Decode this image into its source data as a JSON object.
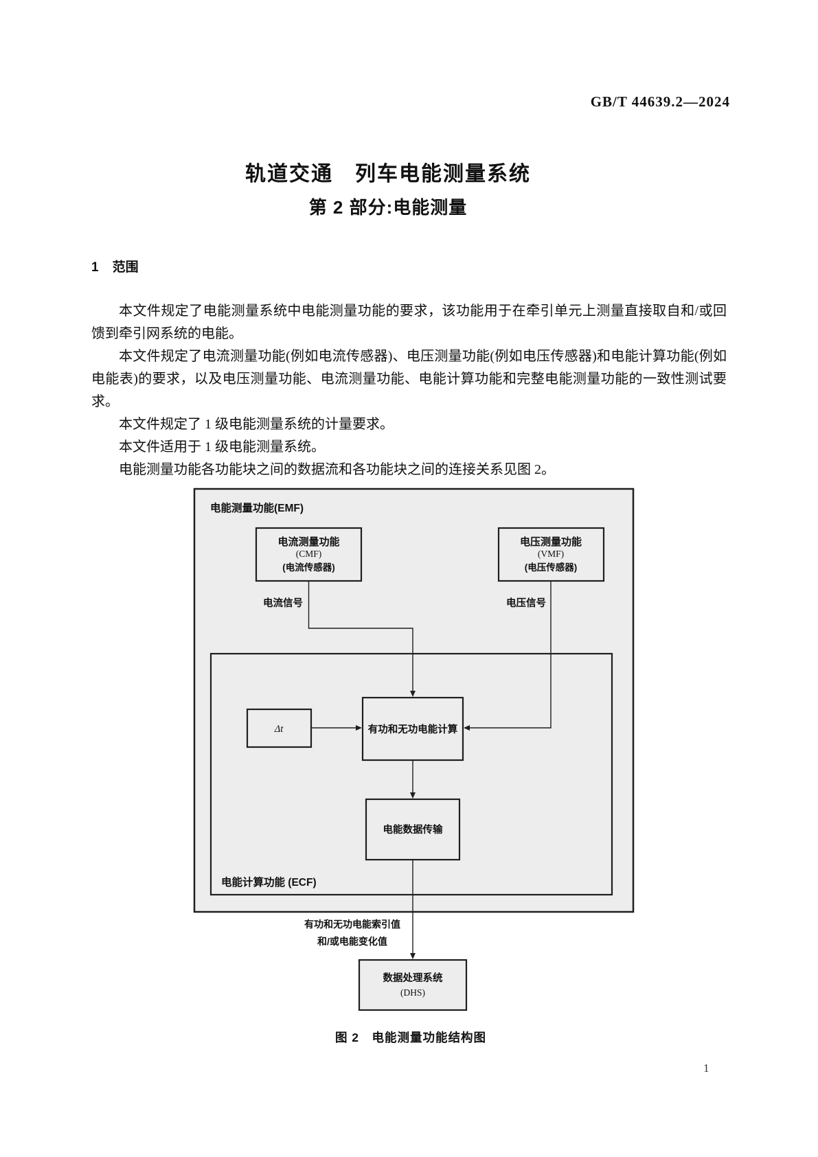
{
  "header": {
    "code": "GB/T 44639.2—2024"
  },
  "title": {
    "line1": "轨道交通　列车电能测量系统",
    "line2": "第 2 部分:电能测量"
  },
  "section": {
    "number": "1",
    "title": "范围"
  },
  "paragraphs": [
    "本文件规定了电能测量系统中电能测量功能的要求，该功能用于在牵引单元上测量直接取自和/或回馈到牵引网系统的电能。",
    "本文件规定了电流测量功能(例如电流传感器)、电压测量功能(例如电压传感器)和电能计算功能(例如电能表)的要求，以及电压测量功能、电流测量功能、电能计算功能和完整电能测量功能的一致性测试要求。",
    "本文件规定了 1 级电能测量系统的计量要求。",
    "本文件适用于 1 级电能测量系统。",
    "电能测量功能各功能块之间的数据流和各功能块之间的连接关系见图 2。"
  ],
  "figure": {
    "emf_label": "电能测量功能(EMF)",
    "ecf_label": "电能计算功能 (ECF)",
    "cmf": {
      "line1": "电流测量功能",
      "line2": "(CMF)",
      "line3": "(电流传感器)"
    },
    "vmf": {
      "line1": "电压测量功能",
      "line2": "(VMF)",
      "line3": "(电压传感器)"
    },
    "current_signal": "电流信号",
    "voltage_signal": "电压信号",
    "delta_t": "Δt",
    "calc_box": "有功和无功电能计算",
    "transfer_box": "电能数据传输",
    "index_label_line1": "有功和无功电能索引值",
    "index_label_line2": "和/或电能变化值",
    "dhs": {
      "line1": "数据处理系统",
      "line2": "(DHS)"
    },
    "caption": "图 2　电能测量功能结构图"
  },
  "footer": {
    "page_number": "1"
  }
}
